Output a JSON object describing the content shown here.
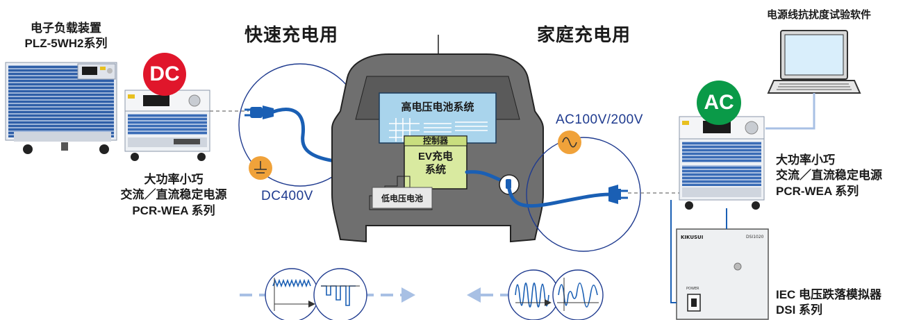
{
  "labels": {
    "left_device_line1": "电子负载装置",
    "left_device_line2": "PLZ-5WH2系列",
    "left_supply_line1": "大功率小巧",
    "left_supply_line2": "交流／直流稳定电源",
    "left_supply_line3": "PCR-WEA 系列",
    "fast_charge": "快速充电用",
    "home_charge": "家庭充电用",
    "dc_voltage": "DC400V",
    "ac_voltage": "AC100V/200V",
    "hv_battery": "高电压电池系统",
    "controller": "控制器",
    "ev_charge_line1": "EV充电",
    "ev_charge_line2": "系统",
    "lv_battery": "低电压电池",
    "software": "电源线抗扰度试验软件",
    "right_supply_line1": "大功率小巧",
    "right_supply_line2": "交流／直流稳定电源",
    "right_supply_line3": "PCR-WEA 系列",
    "dsi_line1": "IEC 电压跌落模拟器",
    "dsi_line2": "DSI 系列",
    "dsi_brand": "KIKUSUI",
    "dsi_model": "DSI1020",
    "dsi_power": "POWER"
  },
  "badges": {
    "dc": "DC",
    "ac": "AC"
  },
  "colors": {
    "dc_badge": "#e0162b",
    "ac_badge": "#0a9a48",
    "car_body": "#6f6f6f",
    "hv_panel": "#a9d4ec",
    "ev_panel": "#d9eaa0",
    "cable": "#1a5fb4",
    "arrow": "#a8c0e4"
  },
  "icons": [
    "plug-icon",
    "dc-source-icon",
    "ac-source-icon",
    "laptop-icon",
    "battery-grid-icon"
  ]
}
